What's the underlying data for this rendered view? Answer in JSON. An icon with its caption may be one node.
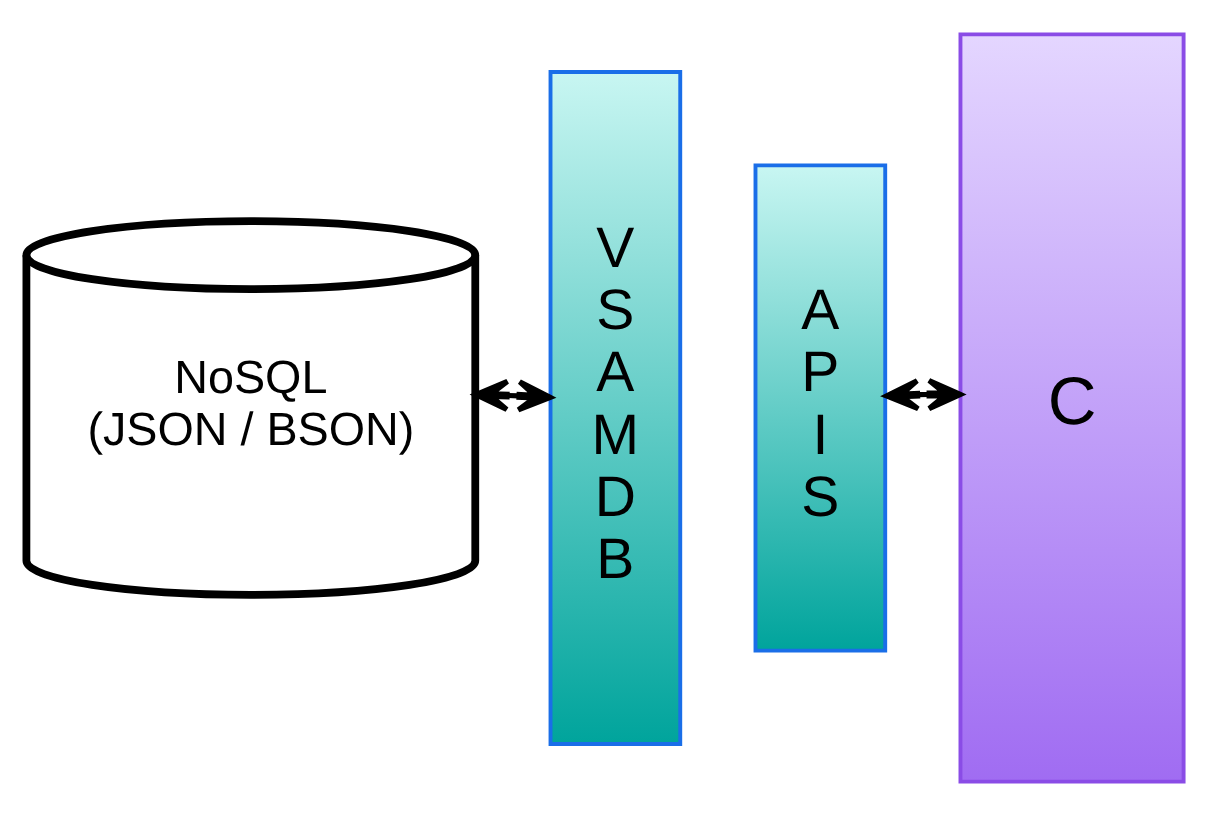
{
  "diagram": {
    "nodes": [
      {
        "text": [
          "NoSQL",
          "(JSON / BSON)"
        ]
      },
      {
        "text": [
          "VSAMDB"
        ]
      },
      {
        "text": [
          "APIS"
        ]
      },
      {
        "text": [
          "C"
        ]
      }
    ],
    "edges": [
      {
        "from": 0,
        "to": 1,
        "arrow": "both"
      },
      {
        "from": 2,
        "to": 3,
        "arrow": "both"
      }
    ]
  }
}
